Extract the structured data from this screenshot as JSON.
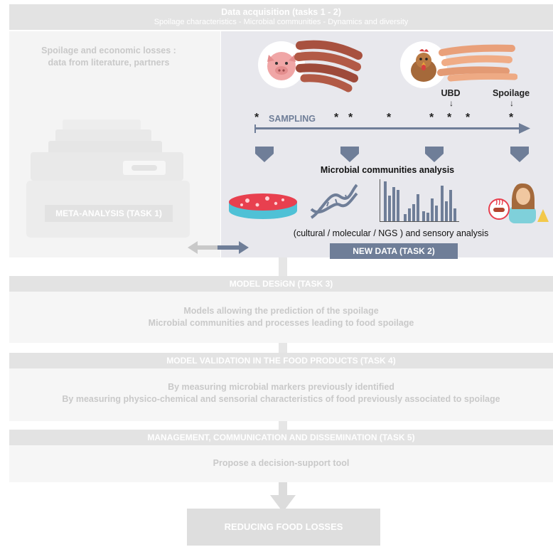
{
  "header": {
    "title": "Data acquisition (tasks 1 - 2)",
    "subtitle": "Spoilage characteristics - Microbial communities - Dynamics and diversity"
  },
  "meta": {
    "text_line1": "Spoilage and economic losses :",
    "text_line2": "data from literature, partners",
    "label": "META-ANALYSIS (TASK 1)"
  },
  "sampling": {
    "ubd_label": "UBD",
    "spoilage_label": "Spoilage",
    "sampling_label": "SAMPLING",
    "marker": "*",
    "analysis_title": "Microbial communities analysis",
    "analysis_caption": "(cultural / molecular / NGS ) and sensory analysis",
    "new_data_label": "NEW DATA (TASK 2)"
  },
  "task3": {
    "title": "MODEL DESiGN (TASK 3)",
    "line1": "Models allowing the prediction of the spoilage",
    "line2": "Microbial communities and processes leading to food spoilage"
  },
  "task4": {
    "title": "MODEL VALIDATION IN THE FOOD PRODUCTS (TASK 4)",
    "line1": "By measuring microbial markers previously identified",
    "line2": "By measuring physico-chemical and sensorial characteristics of food previously associated to spoilage"
  },
  "task5": {
    "title": "MANAGEMENT, COMMUNICATION AND DISSEMINATION (TASK 5)",
    "line1": "Propose a decision-support tool"
  },
  "final": {
    "label": "REDUCING FOOD LOSSES"
  },
  "colors": {
    "accent": "#6f7e98",
    "faded": "#e3e3e3",
    "petri": "#e8404f",
    "dna": "#6f7e98"
  }
}
